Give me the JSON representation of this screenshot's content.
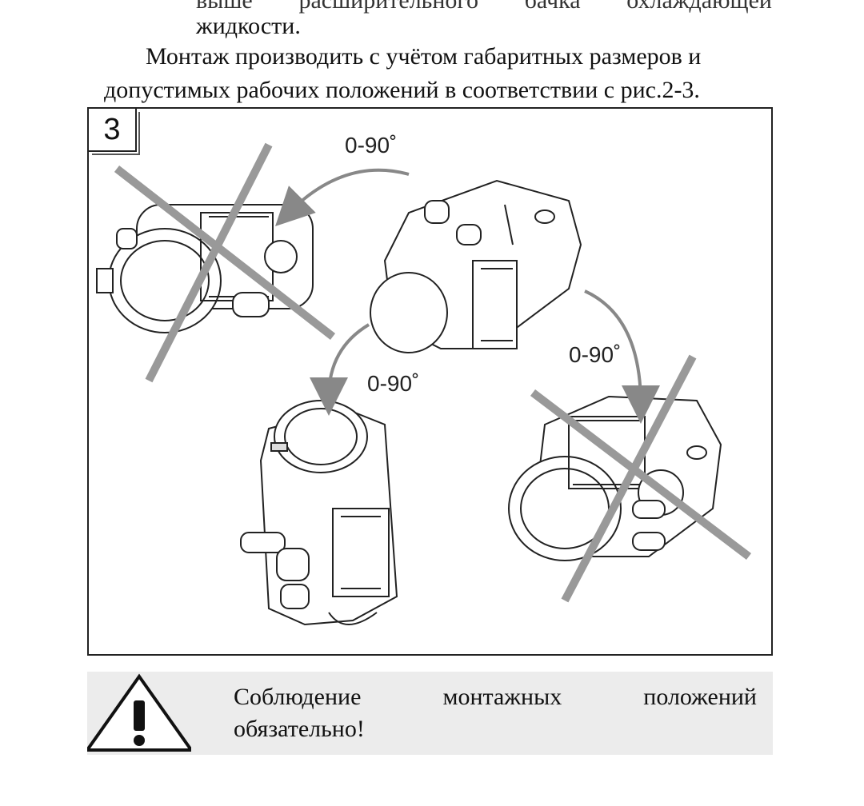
{
  "text": {
    "cut_line_words": [
      "выше",
      "расширительного",
      "бачка",
      "охлаждающей"
    ],
    "line1": "жидкости.",
    "line2": "Монтаж производить с учётом габаритных размеров и",
    "line3": "допустимых рабочих положений в соответствии с рис.2-3."
  },
  "figure": {
    "number": "3",
    "angles": [
      "0-90˚",
      "0-90˚",
      "0-90˚"
    ],
    "icons": [
      "heater-upright",
      "heater-rotated-left-crossed",
      "heater-vertical",
      "heater-rotated-right-crossed",
      "rotation-arrow",
      "cross-mark"
    ]
  },
  "notice": {
    "icon": "warning-triangle-icon",
    "words_row1": [
      "Соблюдение",
      "монтажных",
      "положений"
    ],
    "row2": "обязательно!"
  }
}
